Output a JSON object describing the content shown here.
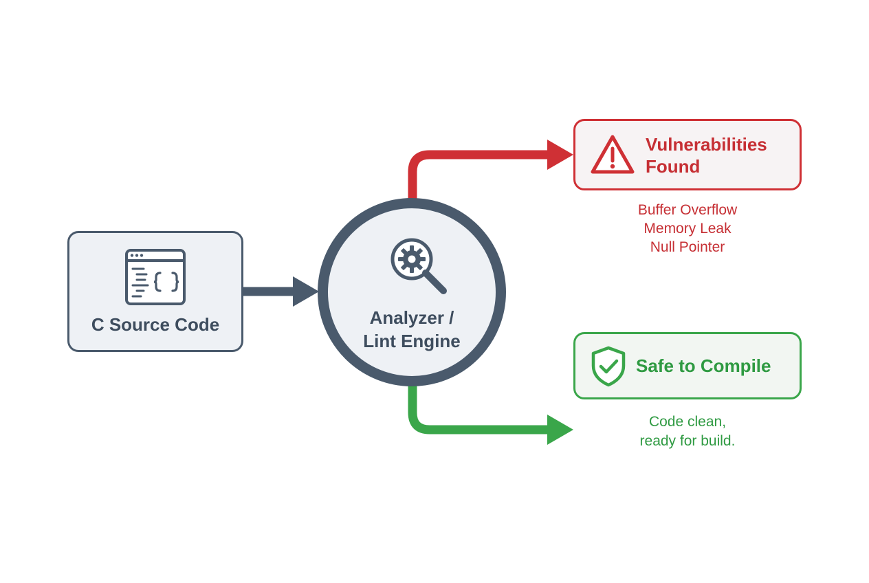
{
  "source": {
    "label": "C Source Code",
    "icon": "code-window-icon"
  },
  "analyzer": {
    "label_lines": [
      "Analyzer /",
      "Lint Engine"
    ],
    "icon": "magnifier-gear-icon"
  },
  "vulnerabilities": {
    "title_lines": [
      "Vulnerabilities",
      "Found"
    ],
    "icon": "warning-icon",
    "items": [
      "Buffer Overflow",
      "Memory Leak",
      "Null Pointer"
    ]
  },
  "safe": {
    "title": "Safe to Compile",
    "icon": "shield-check-icon",
    "description_lines": [
      "Code clean,",
      "ready for build."
    ]
  },
  "colors": {
    "primary": "#4a5a6c",
    "danger": "#cf3035",
    "success": "#3aa64a",
    "node_fill": "#eef1f5"
  }
}
